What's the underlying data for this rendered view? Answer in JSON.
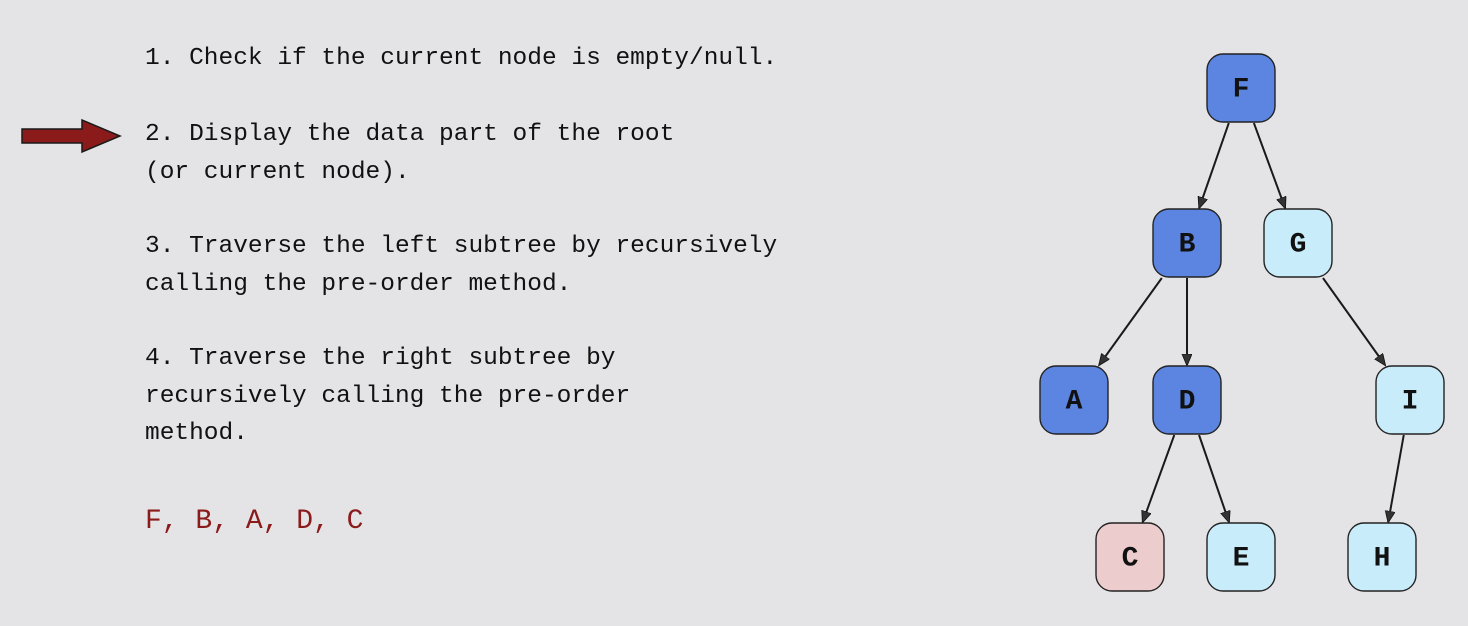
{
  "steps": [
    "1. Check if the current node is empty/null.",
    "2. Display the data part of the root\n(or current node).",
    "3. Traverse the left subtree by recursively\ncalling the pre-order method.",
    "4. Traverse the right subtree by\nrecursively calling the pre-order\nmethod."
  ],
  "current_step": 2,
  "sequence": "F, B, A, D, C",
  "colors": {
    "visited": "#5b85e0",
    "current": "#eccccc",
    "unvisited": "#c9ecfb",
    "arrow": "#8b1a1a",
    "sequence_text": "#8b1a1a"
  },
  "tree": {
    "nodes": [
      {
        "id": "F",
        "label": "F",
        "state": "visited"
      },
      {
        "id": "B",
        "label": "B",
        "state": "visited"
      },
      {
        "id": "G",
        "label": "G",
        "state": "unvisited"
      },
      {
        "id": "A",
        "label": "A",
        "state": "visited"
      },
      {
        "id": "D",
        "label": "D",
        "state": "visited"
      },
      {
        "id": "I",
        "label": "I",
        "state": "unvisited"
      },
      {
        "id": "C",
        "label": "C",
        "state": "current"
      },
      {
        "id": "E",
        "label": "E",
        "state": "unvisited"
      },
      {
        "id": "H",
        "label": "H",
        "state": "unvisited"
      }
    ],
    "edges": [
      [
        "F",
        "B"
      ],
      [
        "F",
        "G"
      ],
      [
        "B",
        "A"
      ],
      [
        "B",
        "D"
      ],
      [
        "G",
        "I"
      ],
      [
        "D",
        "C"
      ],
      [
        "D",
        "E"
      ],
      [
        "I",
        "H"
      ]
    ]
  }
}
